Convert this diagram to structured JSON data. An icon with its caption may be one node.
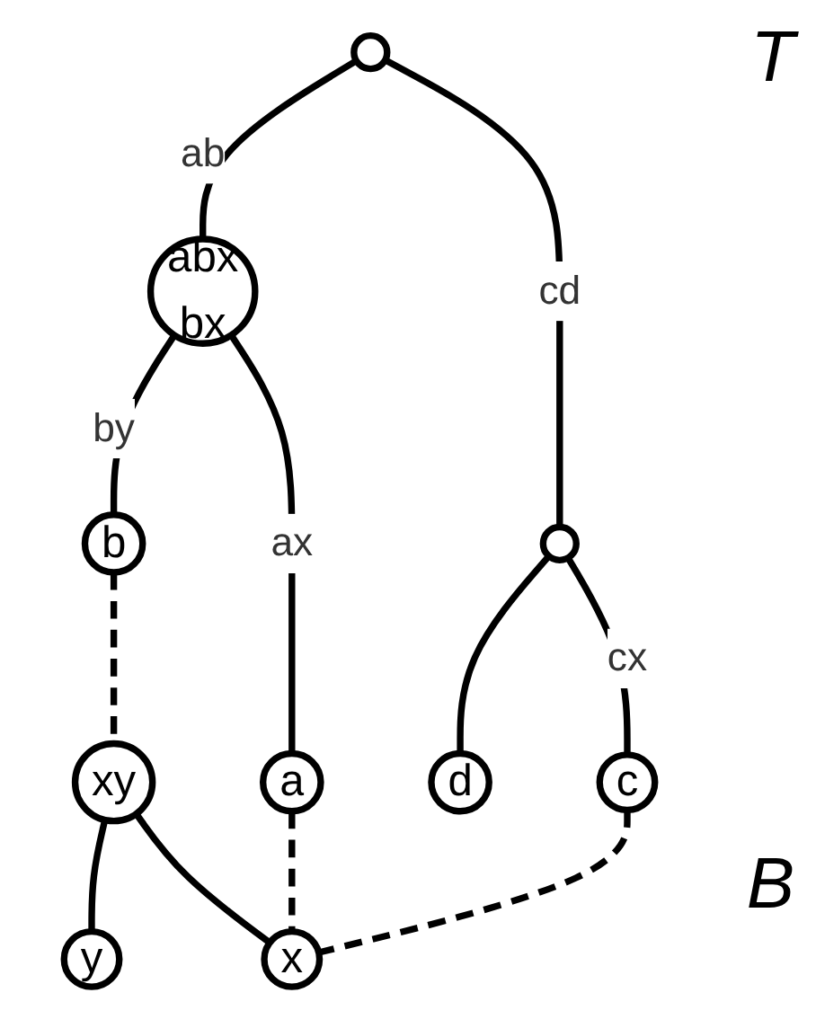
{
  "diagram": {
    "nodes": [
      {
        "text": [],
        "shape": "circle"
      },
      {
        "text": [
          "abx",
          "bx"
        ]
      },
      {
        "text": [],
        "shape": "circle"
      },
      {
        "text": [
          "a"
        ]
      },
      {
        "text": [
          "b"
        ]
      },
      {
        "text": [
          "c"
        ]
      },
      {
        "text": [
          "d"
        ]
      },
      {
        "text": [
          "xy"
        ]
      },
      {
        "text": [
          "x"
        ]
      },
      {
        "text": [
          "y"
        ]
      }
    ],
    "edges": [
      {
        "from": 0,
        "to": 1,
        "arrow": "none",
        "label": "ab"
      },
      {
        "from": 0,
        "to": 2,
        "arrow": "none",
        "label": "cd"
      },
      {
        "from": 1,
        "to": 3,
        "arrow": "none",
        "label": "ax"
      },
      {
        "from": 1,
        "to": 4,
        "arrow": "none",
        "label": "by"
      },
      {
        "from": 2,
        "to": 5,
        "arrow": "none",
        "label": "cx"
      },
      {
        "from": 2,
        "to": 6,
        "arrow": "none"
      },
      {
        "from": 7,
        "to": 8,
        "arrow": "none"
      },
      {
        "from": 7,
        "to": 9,
        "arrow": "none"
      },
      {
        "from": 3,
        "to": 8,
        "arrow": "none",
        "style": "dashed"
      },
      {
        "from": 4,
        "to": 7,
        "arrow": "none",
        "style": "dashed"
      },
      {
        "from": 5,
        "to": 8,
        "arrow": "none",
        "style": "dashed"
      }
    ],
    "labels": [
      "T",
      "B"
    ]
  }
}
